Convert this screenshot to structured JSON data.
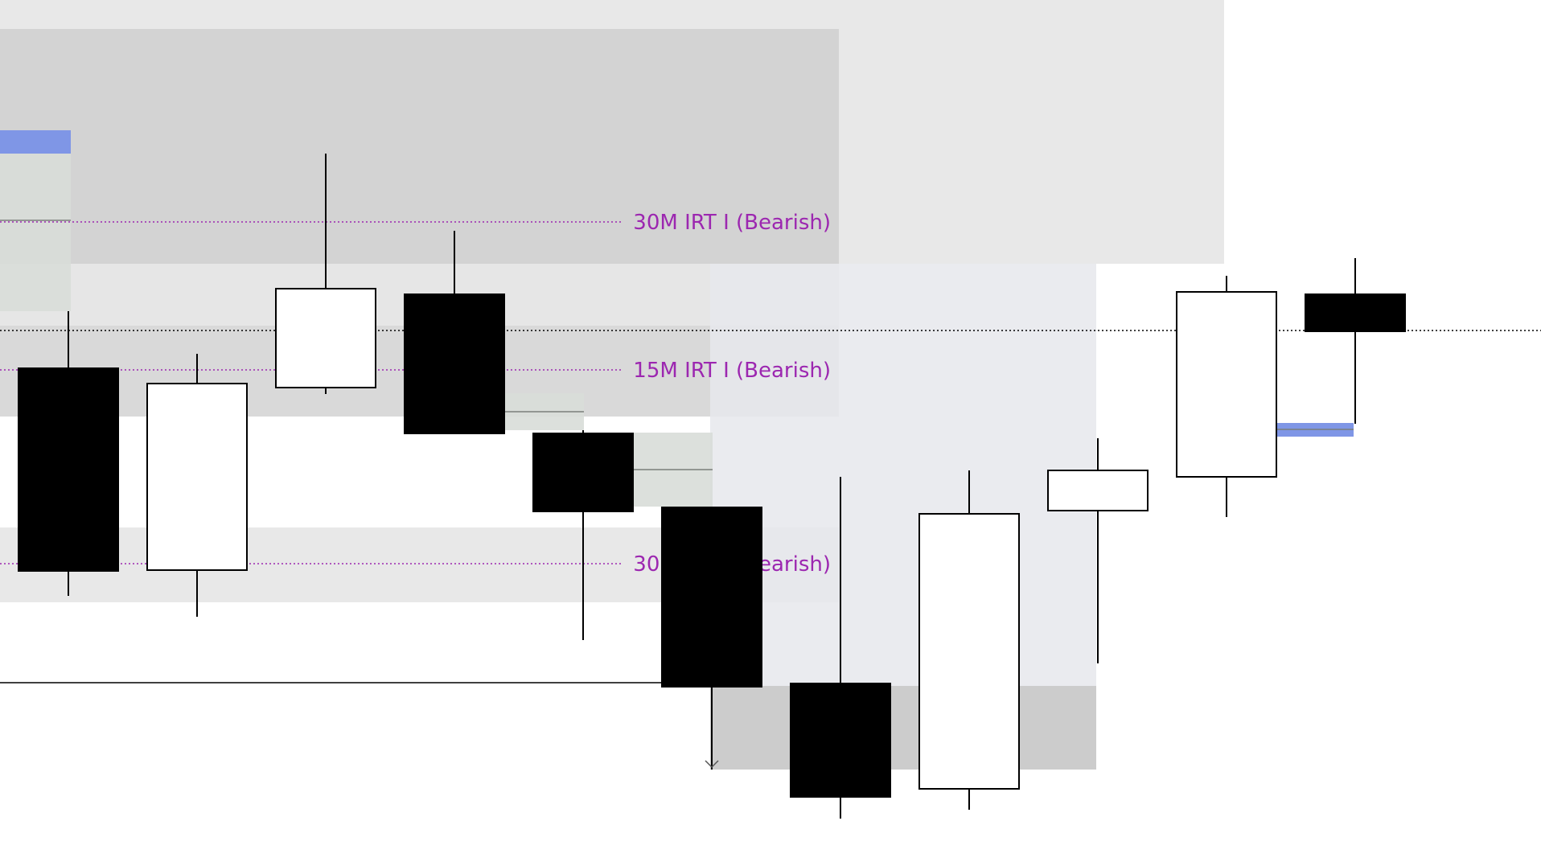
{
  "chart_data": {
    "type": "candlestick",
    "title": "",
    "xlabel": "",
    "ylabel": "",
    "ylim": [
      0,
      1072
    ],
    "colors": {
      "bearish_body": "#000000",
      "bullish_body": "#ffffff",
      "wick": "#000000",
      "irt_label": "#9c27b0",
      "zone_dark": "#cccccc",
      "zone_light": "#e8e8e8",
      "zone_bluegray": "#e6e8ec",
      "zone_green": "#d8ddd8",
      "blue_marker": "#7f96e6",
      "dotted_line": "#000000"
    },
    "candles": [
      {
        "index": 0,
        "open": 458,
        "close": 710,
        "high": 387,
        "low": 741
      },
      {
        "index": 1,
        "open": 709,
        "close": 477,
        "high": 440,
        "low": 767
      },
      {
        "index": 2,
        "open": 482,
        "close": 359,
        "high": 191,
        "low": 490
      },
      {
        "index": 3,
        "open": 366,
        "close": 539,
        "high": 287,
        "low": 539
      },
      {
        "index": 4,
        "open": 539,
        "close": 636,
        "high": 535,
        "low": 796
      },
      {
        "index": 5,
        "open": 631,
        "close": 854,
        "high": 631,
        "low": 957
      },
      {
        "index": 6,
        "open": 850,
        "close": 991,
        "high": 593,
        "low": 1018
      },
      {
        "index": 7,
        "open": 981,
        "close": 639,
        "high": 585,
        "low": 1007
      },
      {
        "index": 8,
        "open": 635,
        "close": 585,
        "high": 545,
        "low": 825
      },
      {
        "index": 9,
        "open": 593,
        "close": 363,
        "high": 343,
        "low": 643
      },
      {
        "index": 10,
        "open": 366,
        "close": 412,
        "high": 321,
        "low": 527
      }
    ],
    "irt_levels": [
      {
        "label": "30M IRT I (Bearish)",
        "price": 276
      },
      {
        "label": "15M IRT I (Bearish)",
        "price": 460
      },
      {
        "label": "30M IRT I (Bearish)",
        "price": 701
      }
    ],
    "reference_lines": [
      {
        "style": "dotted",
        "price": 411
      },
      {
        "style": "solid",
        "price": 849
      }
    ]
  }
}
